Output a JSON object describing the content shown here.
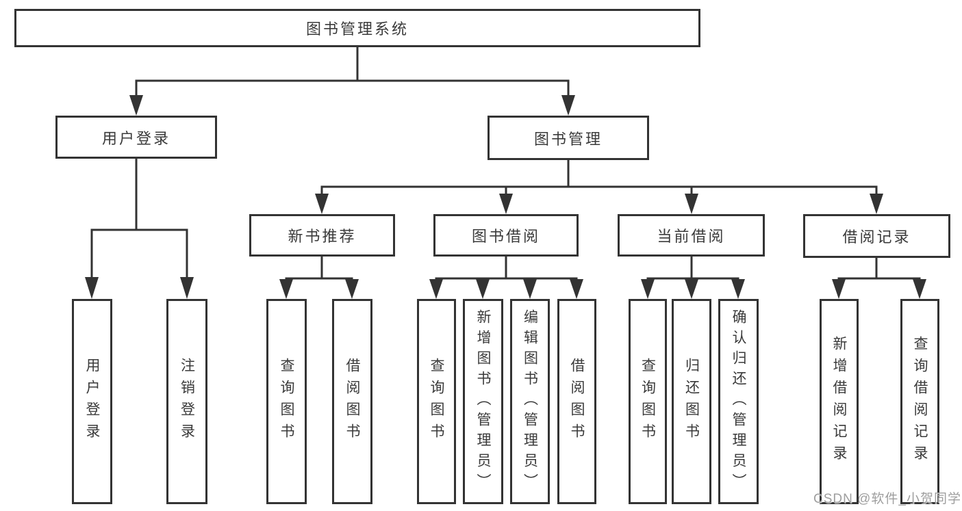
{
  "tree": {
    "label": "图书管理系统",
    "children": [
      {
        "label": "用户登录",
        "children": [
          {
            "label": "用户登录"
          },
          {
            "label": "注销登录"
          }
        ]
      },
      {
        "label": "图书管理",
        "children": [
          {
            "label": "新书推荐",
            "children": [
              {
                "label": "查询图书"
              },
              {
                "label": "借阅图书"
              }
            ]
          },
          {
            "label": "图书借阅",
            "children": [
              {
                "label": "查询图书"
              },
              {
                "label": "新增图书（管理员）"
              },
              {
                "label": "编辑图书（管理员）"
              },
              {
                "label": "借阅图书"
              }
            ]
          },
          {
            "label": "当前借阅",
            "children": [
              {
                "label": "查询图书"
              },
              {
                "label": "归还图书"
              },
              {
                "label": "确认归还（管理员）"
              }
            ]
          },
          {
            "label": "借阅记录",
            "children": [
              {
                "label": "新增借阅记录"
              },
              {
                "label": "查询借阅记录"
              }
            ]
          }
        ]
      }
    ]
  },
  "watermark": {
    "text": "CSDN @软件_小贺同学"
  },
  "colors": {
    "line": "#333333",
    "box_border": "#333333",
    "text": "#3a3a3a",
    "background": "#ffffff",
    "watermark": "#9e9e9e"
  }
}
